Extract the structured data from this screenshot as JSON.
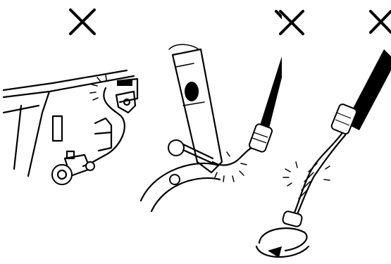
{
  "figure": {
    "panels": [
      {
        "id": "panel-1",
        "mark": "×",
        "mark_meaning": "incorrect",
        "icon": "cross-mark-icon"
      },
      {
        "id": "panel-2",
        "mark": "×",
        "mark_meaning": "incorrect",
        "icon": "cross-mark-icon"
      },
      {
        "id": "panel-3",
        "mark": "×",
        "mark_meaning": "incorrect",
        "icon": "cross-mark-icon"
      }
    ],
    "colors": {
      "ink": "#000000",
      "paper": "#ffffff"
    }
  }
}
